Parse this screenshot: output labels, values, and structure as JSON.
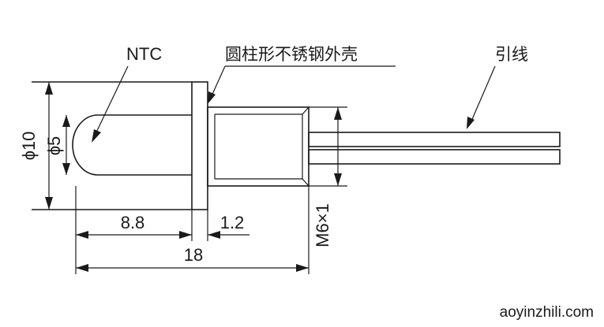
{
  "labels": {
    "ntc": "NTC",
    "housing": "圆柱形不锈钢外壳",
    "lead": "引线",
    "dia_outer": "ϕ10",
    "dia_inner": "ϕ5",
    "len_head": "8.8",
    "len_flange": "1.2",
    "len_total": "18",
    "thread": "M6×1"
  },
  "watermark": "aoyinzhili.com"
}
